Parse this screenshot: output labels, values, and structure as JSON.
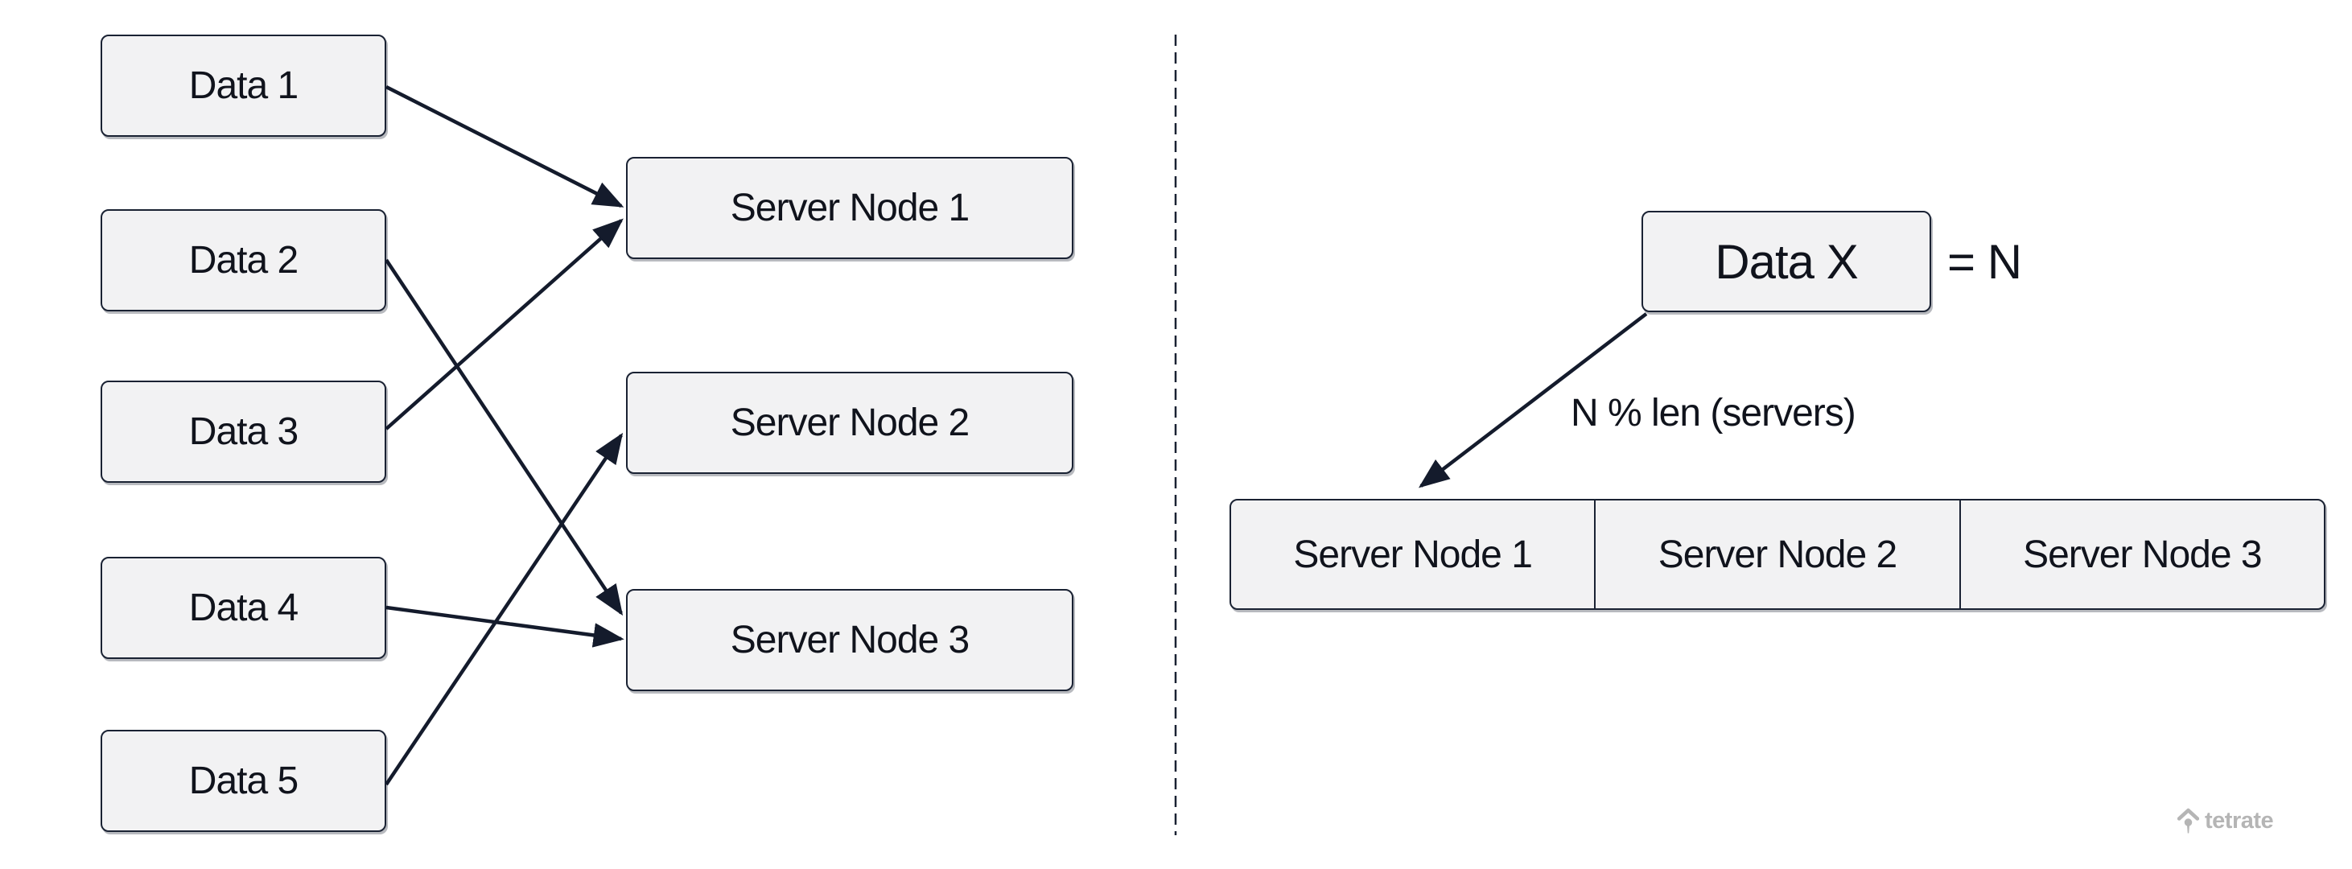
{
  "left_panel": {
    "data_nodes": [
      {
        "label": "Data 1"
      },
      {
        "label": "Data 2"
      },
      {
        "label": "Data 3"
      },
      {
        "label": "Data 4"
      },
      {
        "label": "Data 5"
      }
    ],
    "server_nodes": [
      {
        "label": "Server Node 1"
      },
      {
        "label": "Server Node 2"
      },
      {
        "label": "Server Node 3"
      }
    ],
    "edges": [
      {
        "from": "Data 1",
        "to": "Server Node 1"
      },
      {
        "from": "Data 2",
        "to": "Server Node 3"
      },
      {
        "from": "Data 3",
        "to": "Server Node 1"
      },
      {
        "from": "Data 4",
        "to": "Server Node 3"
      },
      {
        "from": "Data 5",
        "to": "Server Node 2"
      }
    ]
  },
  "right_panel": {
    "data_node": {
      "label": "Data X"
    },
    "equals_label": "= N",
    "arrow_label": "N % len (servers)",
    "edge": {
      "from": "Data X",
      "to": "Server Node 1"
    },
    "server_cells": [
      {
        "label": "Server Node 1"
      },
      {
        "label": "Server Node 2"
      },
      {
        "label": "Server Node 3"
      }
    ]
  },
  "branding": {
    "logo_text": "tetrate"
  },
  "colors": {
    "background": "#ffffff",
    "box_fill": "#f2f2f3",
    "stroke": "#1a2233",
    "arrow": "#141b2c",
    "text": "#10131c",
    "logo_gray": "#b5b5b5"
  }
}
